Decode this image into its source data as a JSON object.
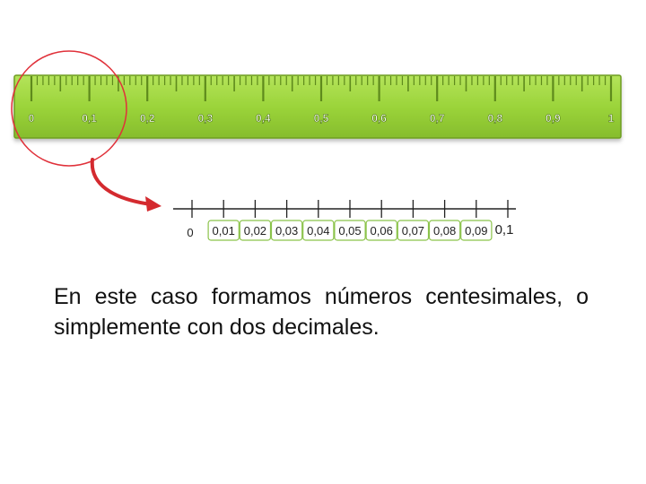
{
  "ruler": {
    "start_label": "0",
    "labels": [
      "0,1",
      "0,2",
      "0,3",
      "0,4",
      "0,5",
      "0,6",
      "0,7",
      "0,8",
      "0,9",
      "1"
    ]
  },
  "zoom": {
    "start_label": "0",
    "end_label": "0,1",
    "labels": [
      "0,01",
      "0,02",
      "0,03",
      "0,04",
      "0,05",
      "0,06",
      "0,07",
      "0,08",
      "0,09"
    ]
  },
  "caption": "En este caso formamos números centesimales, o simplemente con dos decimales.",
  "colors": {
    "ruler_fill": "#9bd43a",
    "ruler_border": "#6e9d22",
    "tick": "#5e8a1c",
    "circle": "#e0313a",
    "arrow": "#d42a2f",
    "zoom_line": "#222222",
    "label_box": "#8bc34a"
  }
}
